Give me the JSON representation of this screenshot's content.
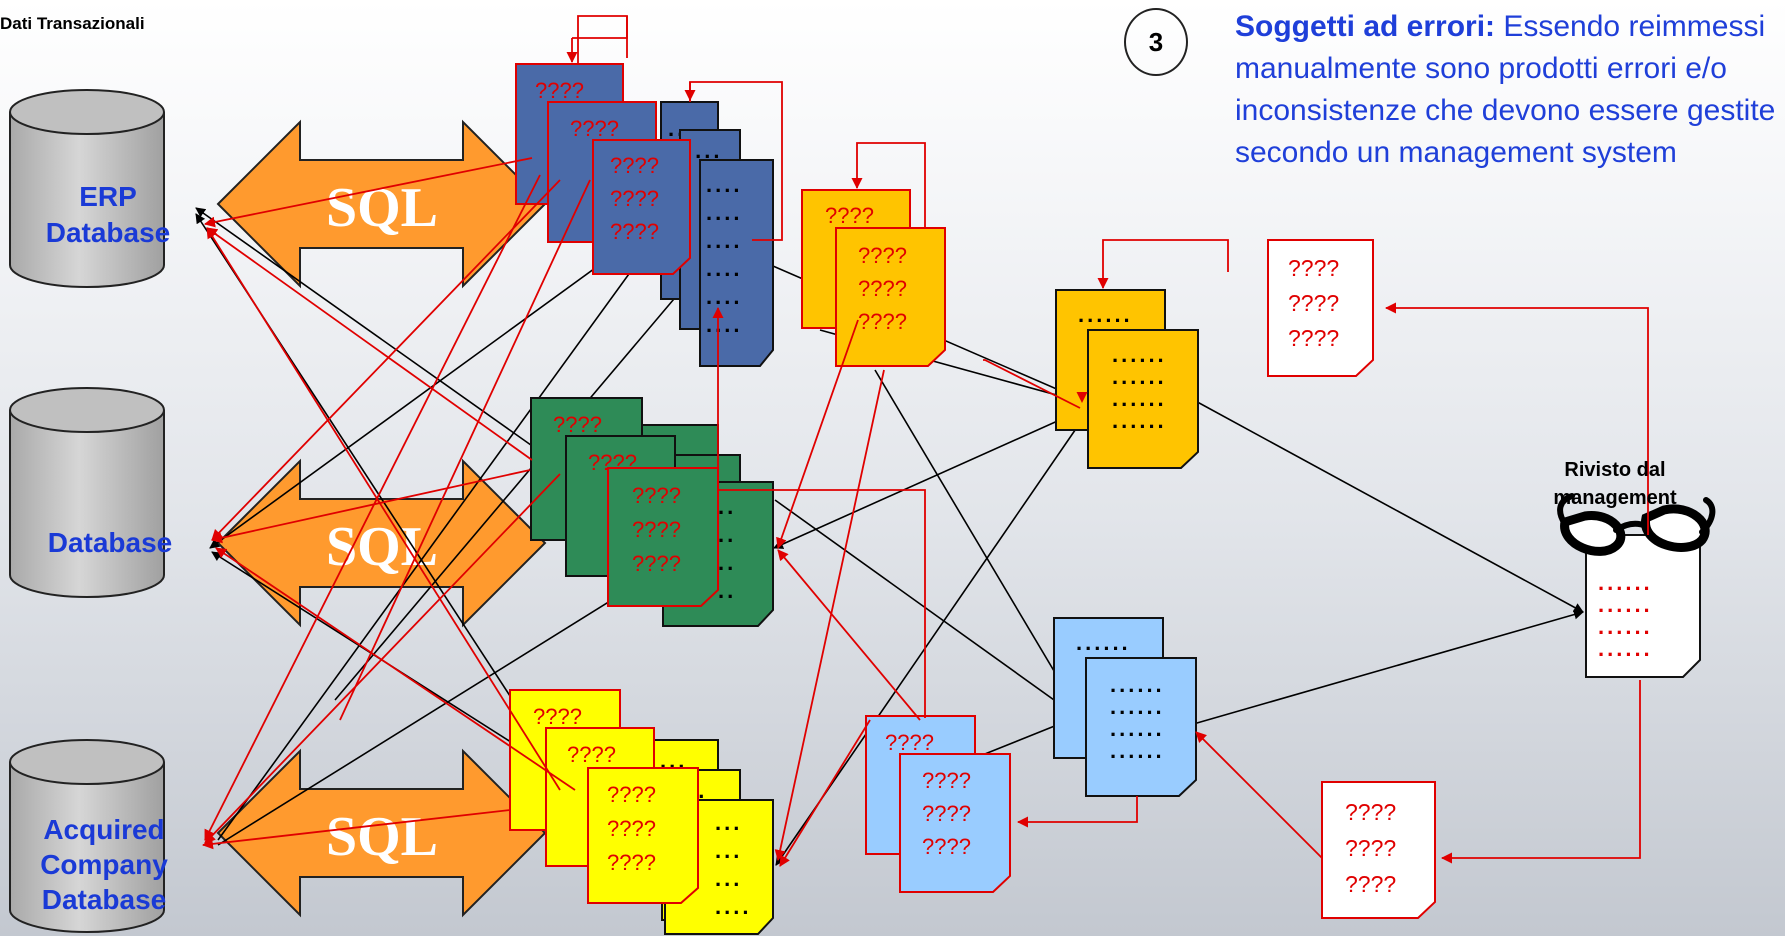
{
  "title": "Dati Transazionali",
  "badge": "3",
  "note": {
    "bold": "Soggetti ad errori:",
    "text": " Essendo reimmessi manualmente sono prodotti errori e/o inconsistenze che devono essere gestite secondo un management system"
  },
  "databases": [
    {
      "line1": "ERP",
      "line2": "Database",
      "line3": ""
    },
    {
      "line1": "Database",
      "line2": "",
      "line3": ""
    },
    {
      "line1": "Acquired",
      "line2": "Company",
      "line3": "Database"
    }
  ],
  "sql_label": "SQL",
  "placeholder": "????",
  "reviewer": {
    "line1": "Rivisto dal",
    "line2": "management"
  },
  "colors": {
    "blue_doc": "#4a6aa8",
    "green_doc": "#2e8b57",
    "yellow_doc": "#ffff00",
    "orange_doc": "#ffc400",
    "lightblue_doc": "#99ccff",
    "arrow_orange": "#ff9a2e",
    "db_gray": "#c8c8c8",
    "red_line": "#e00000",
    "note_blue": "#1f3fd9"
  }
}
